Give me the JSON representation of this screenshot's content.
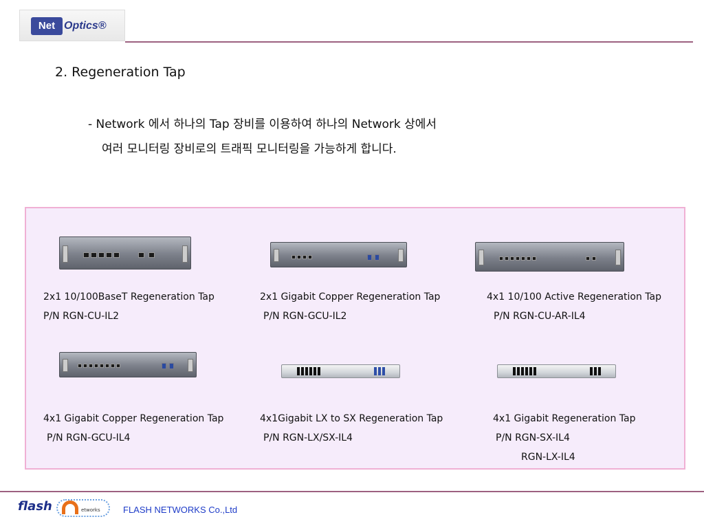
{
  "header": {
    "logo_net": "Net",
    "logo_optics": "Optics®"
  },
  "heading": "2. Regeneration Tap",
  "description": {
    "line1": "- Network 에서 하나의 Tap 장비를 이용하여 하나의 Network 상에서",
    "line2": "여러 모니터링 장비로의 트래픽 모니터링을 가능하게 합니다."
  },
  "products": [
    {
      "name": "2x1 10/100BaseT Regeneration Tap",
      "pn": "P/N  RGN-CU-IL2"
    },
    {
      "name": "2x1 Gigabit Copper Regeneration Tap",
      "pn": "P/N  RGN-GCU-IL2"
    },
    {
      "name": "4x1 10/100 Active Regeneration Tap",
      "pn": "P/N  RGN-CU-AR-IL4"
    },
    {
      "name": "4x1 Gigabit Copper Regeneration Tap",
      "pn": "P/N  RGN-GCU-IL4"
    },
    {
      "name": "4x1Gigabit LX to SX Regeneration Tap",
      "pn": "P/N  RGN-LX/SX-IL4"
    },
    {
      "name": "4x1 Gigabit Regeneration Tap",
      "pn": "P/N  RGN-SX-IL4",
      "pn2": "RGN-LX-IL4"
    }
  ],
  "footer": {
    "logo_text": "flash",
    "logo_sub": "etworks",
    "company": "FLASH NETWORKS Co.,Ltd"
  },
  "colors": {
    "rule": "#9c6080",
    "panel_bg": "#f6ecfb",
    "panel_border": "#f0b0d4",
    "company_text": "#1e3cc8"
  }
}
